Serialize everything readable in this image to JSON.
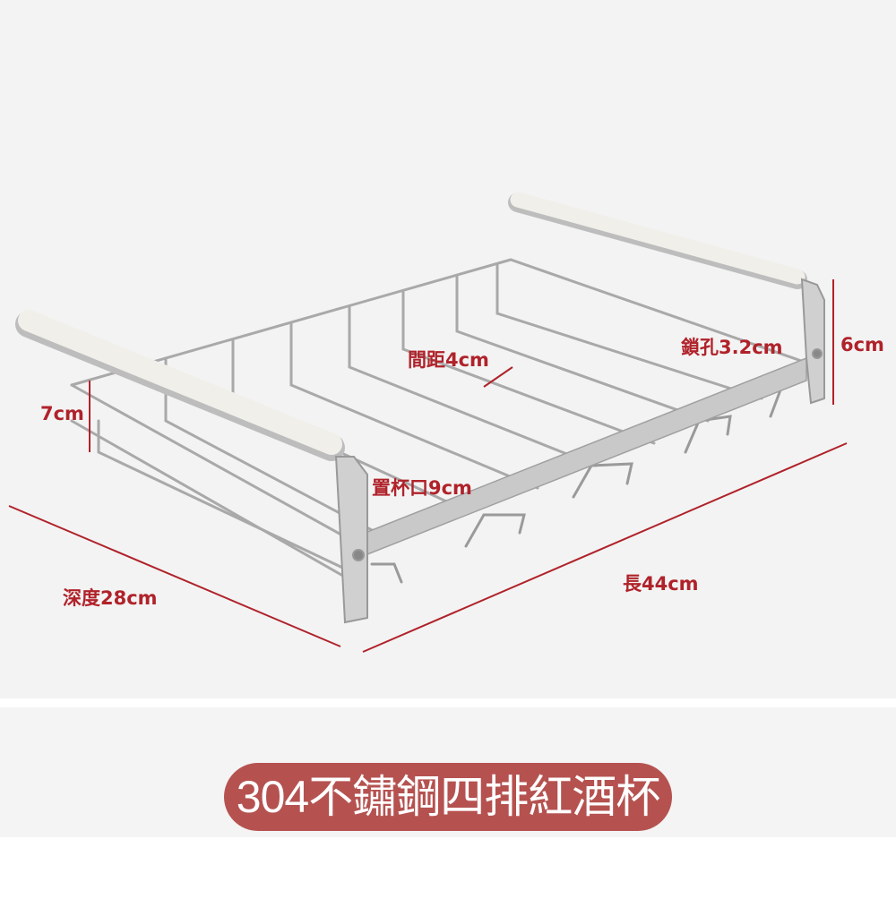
{
  "product": {
    "title": "304不鏽鋼四排紅酒杯架",
    "accent_color": "#b55250",
    "dimension_color": "#b0222a"
  },
  "dimensions": {
    "spacing": "間距4cm",
    "lock_hole": "鎖孔3.2cm",
    "bracket_height": "6cm",
    "side_height": "7cm",
    "cup_opening": "置杯口9cm",
    "depth": "深度28cm",
    "length": "長44cm"
  }
}
